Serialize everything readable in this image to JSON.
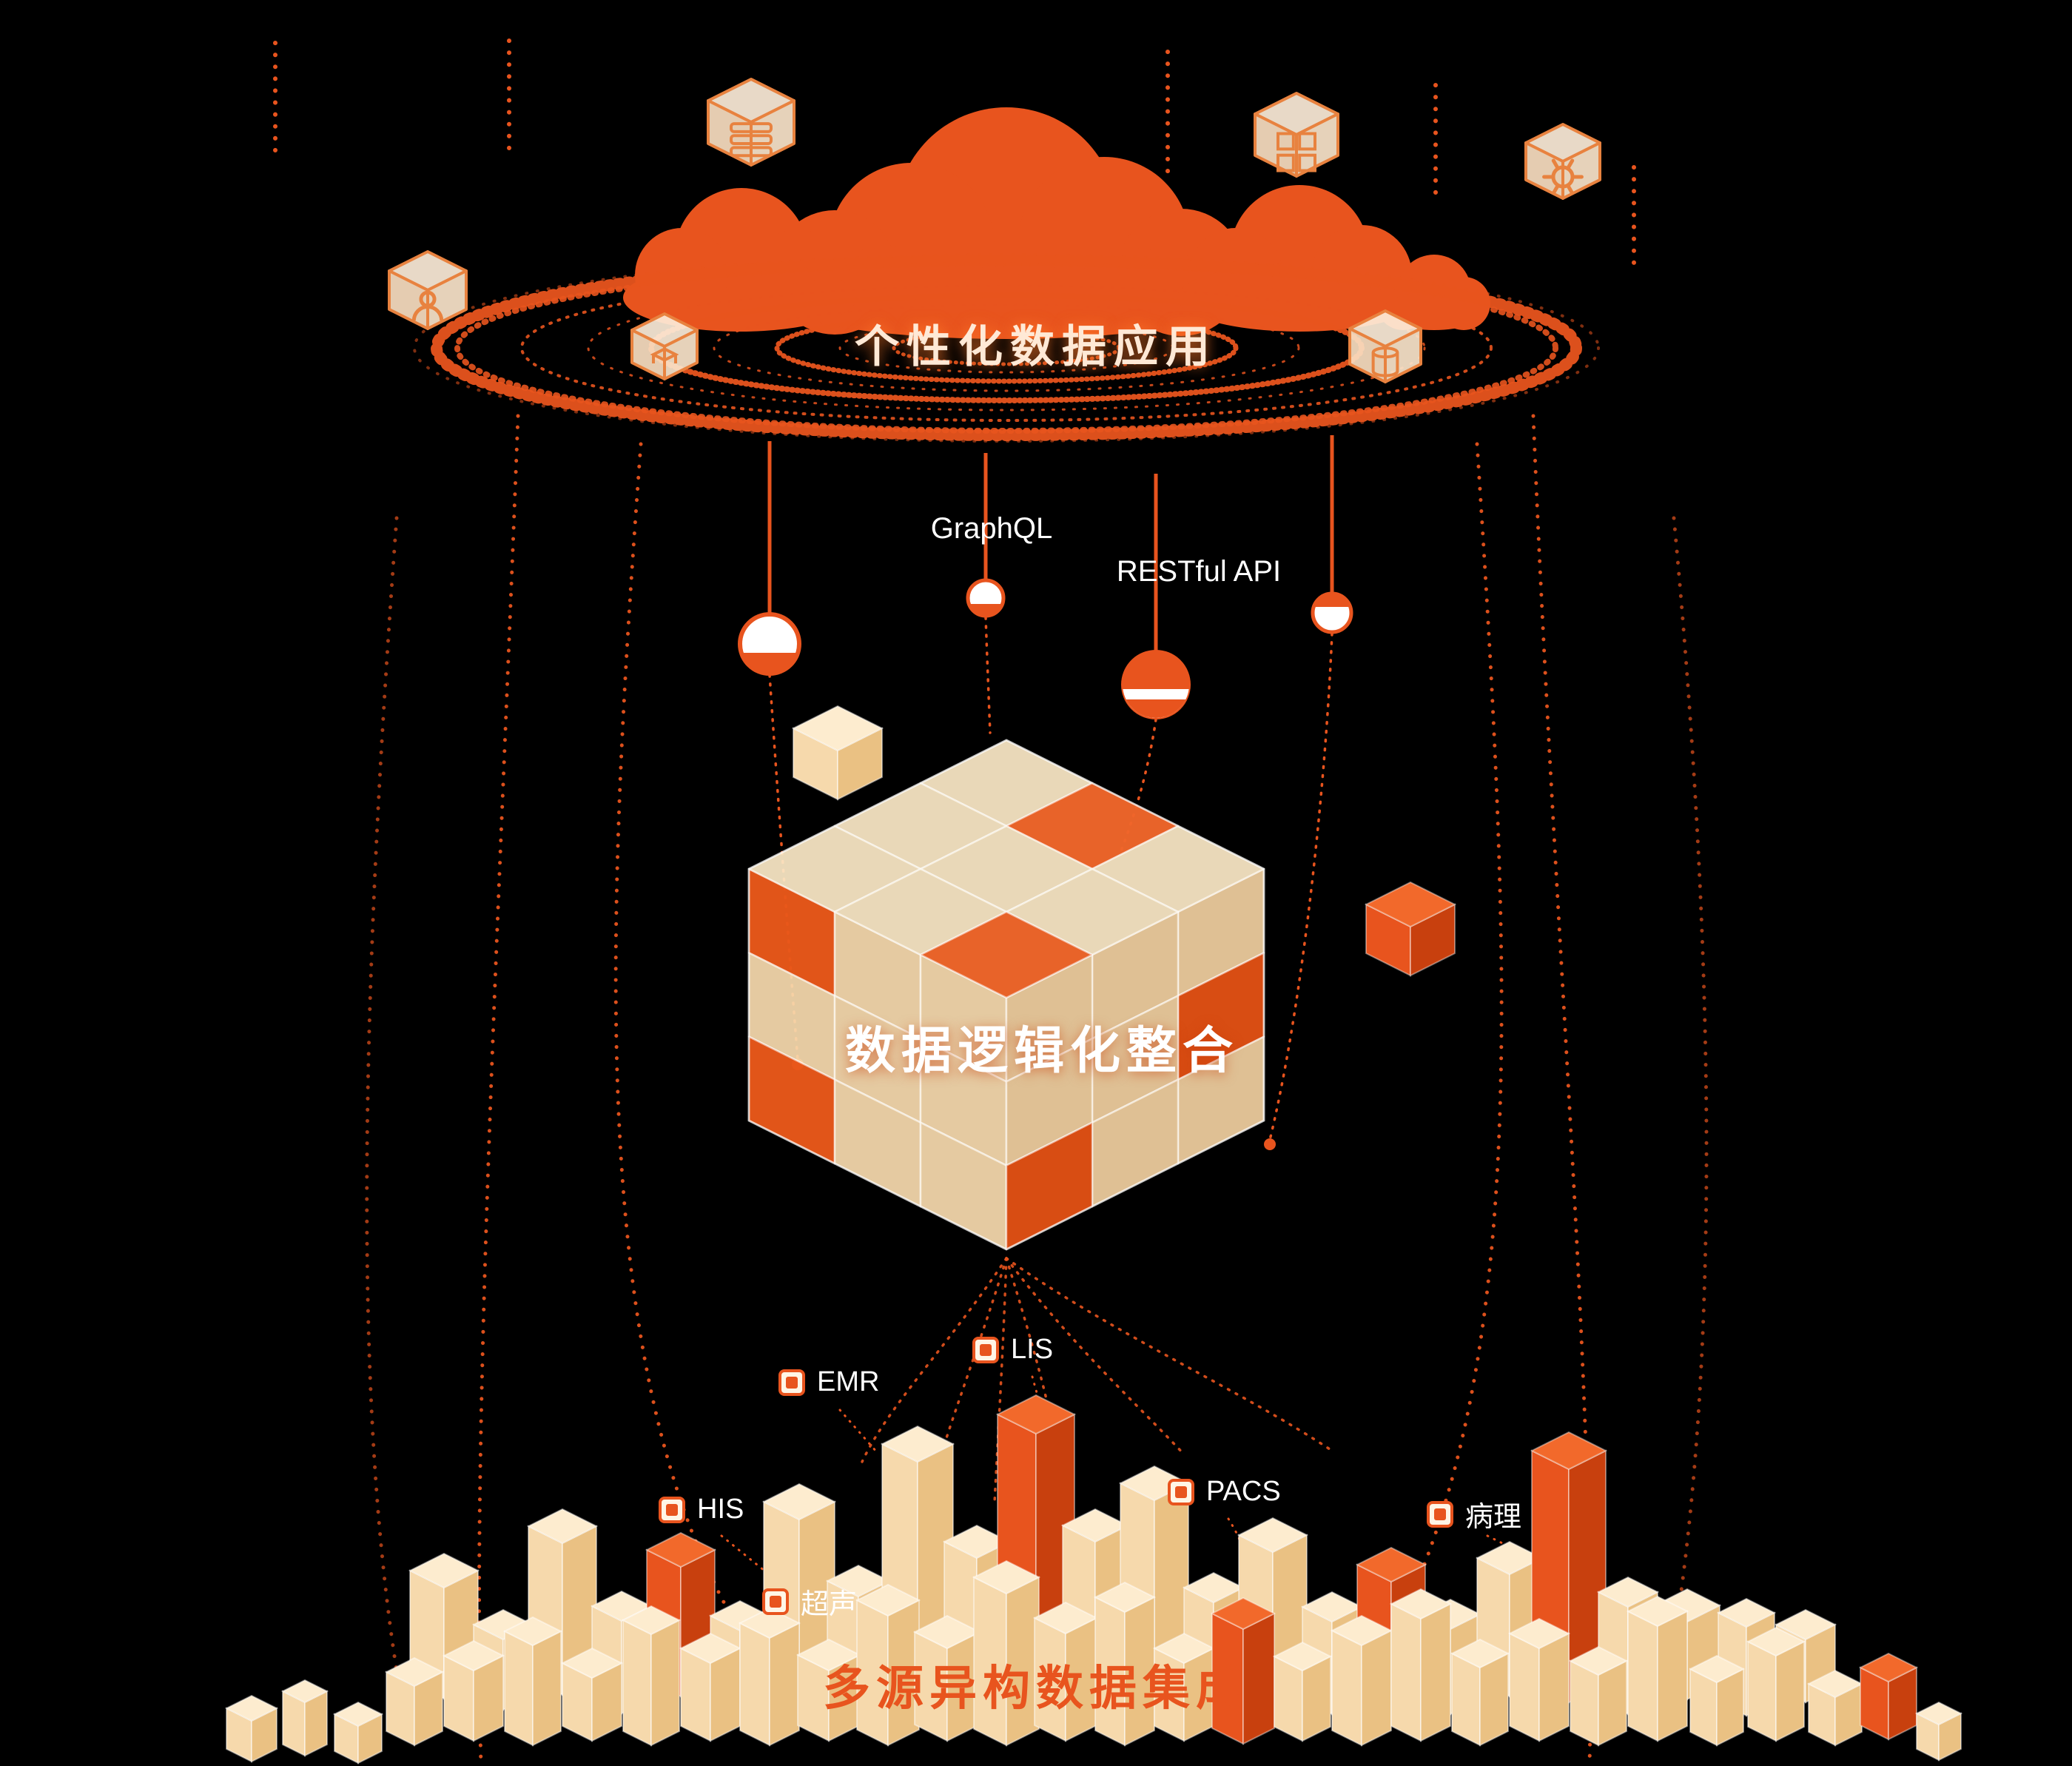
{
  "palette": {
    "bg": "#000000",
    "orange": "#e8541e",
    "orange_bright": "#f0662a",
    "orange_dark": "#c8400e",
    "cream": "#f7dcb4",
    "cream_light": "#fdeccf",
    "cream_dark": "#eac183",
    "icon_outline": "#e8823f",
    "white": "#ffffff",
    "title_cream": "#ffe9d6"
  },
  "top": {
    "title": "个性化数据应用",
    "icons": [
      {
        "name": "server-cube-icon",
        "glyph": "server"
      },
      {
        "name": "modules-cube-icon",
        "glyph": "modules"
      },
      {
        "name": "gear-cube-icon",
        "glyph": "gear"
      },
      {
        "name": "user-cube-icon",
        "glyph": "user"
      },
      {
        "name": "package-cube-icon",
        "glyph": "package"
      },
      {
        "name": "database-cube-icon",
        "glyph": "database"
      }
    ]
  },
  "api": {
    "labels": [
      {
        "label": "GraphQL"
      },
      {
        "label": "RESTful API"
      }
    ]
  },
  "cube": {
    "title": "数据逻辑化整合"
  },
  "sources": {
    "title": "多源异构数据集成",
    "items": [
      {
        "label": "EMR"
      },
      {
        "label": "LIS"
      },
      {
        "label": "HIS"
      },
      {
        "label": "PACS"
      },
      {
        "label": "病理"
      },
      {
        "label": "超声"
      }
    ]
  }
}
